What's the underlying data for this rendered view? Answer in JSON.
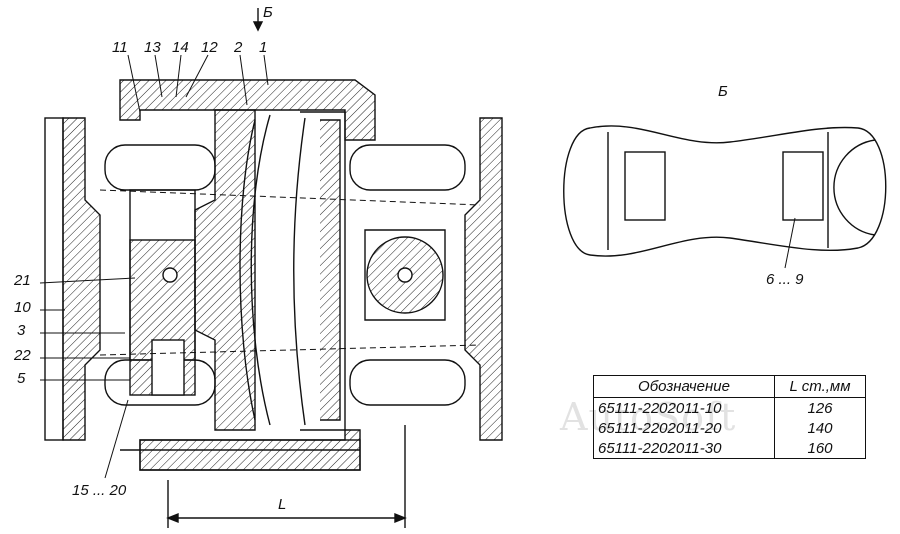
{
  "view_arrow_label": "Б",
  "view_title": "Б",
  "callouts": {
    "c11": "11",
    "c13": "13",
    "c14": "14",
    "c12": "12",
    "c2": "2",
    "c1": "1",
    "c21": "21",
    "c10": "10",
    "c3": "3",
    "c22": "22",
    "c5": "5",
    "c15_20": "15 ... 20",
    "c6_9": "6 ... 9"
  },
  "dimension_label": "L",
  "table": {
    "headers": [
      "Обозначение",
      "L ст.,мм"
    ],
    "rows": [
      {
        "designation": "65111-2202011-10",
        "length": "126"
      },
      {
        "designation": "65111-2202011-20",
        "length": "140"
      },
      {
        "designation": "65111-2202011-30",
        "length": "160"
      }
    ]
  },
  "watermark": "AutoSoft"
}
